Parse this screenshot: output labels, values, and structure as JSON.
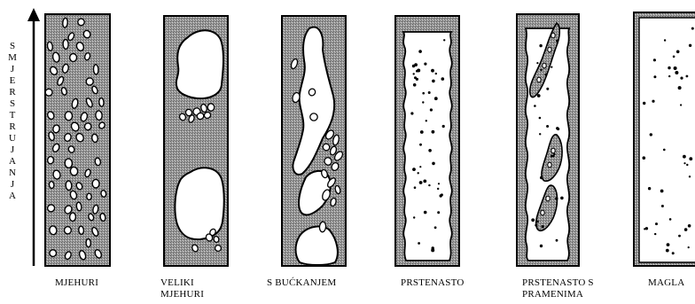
{
  "axis": {
    "label_letters": [
      "S",
      "M",
      "J",
      "E",
      "R",
      "S",
      "T",
      "R",
      "U",
      "J",
      "A",
      "N",
      "J",
      "A"
    ]
  },
  "patterns": [
    {
      "id": "mjehuri",
      "caption_lines": [
        "MJEHURI"
      ]
    },
    {
      "id": "veliki-mjehuri",
      "caption_lines": [
        "VELIKI",
        "MJEHURI"
      ]
    },
    {
      "id": "s-buckanjem",
      "caption_lines": [
        "S BUĆKANJEM"
      ]
    },
    {
      "id": "prstenasto",
      "caption_lines": [
        "PRSTENASTO"
      ]
    },
    {
      "id": "prstenasto-s-pramenima",
      "caption_lines": [
        "PRSTENASTO S",
        "PRAMENIMA"
      ]
    },
    {
      "id": "magla",
      "caption_lines": [
        "MAGLA"
      ]
    }
  ],
  "colors": {
    "ink": "#000000",
    "liquid": "#8f8f8f",
    "gas": "#ffffff"
  }
}
